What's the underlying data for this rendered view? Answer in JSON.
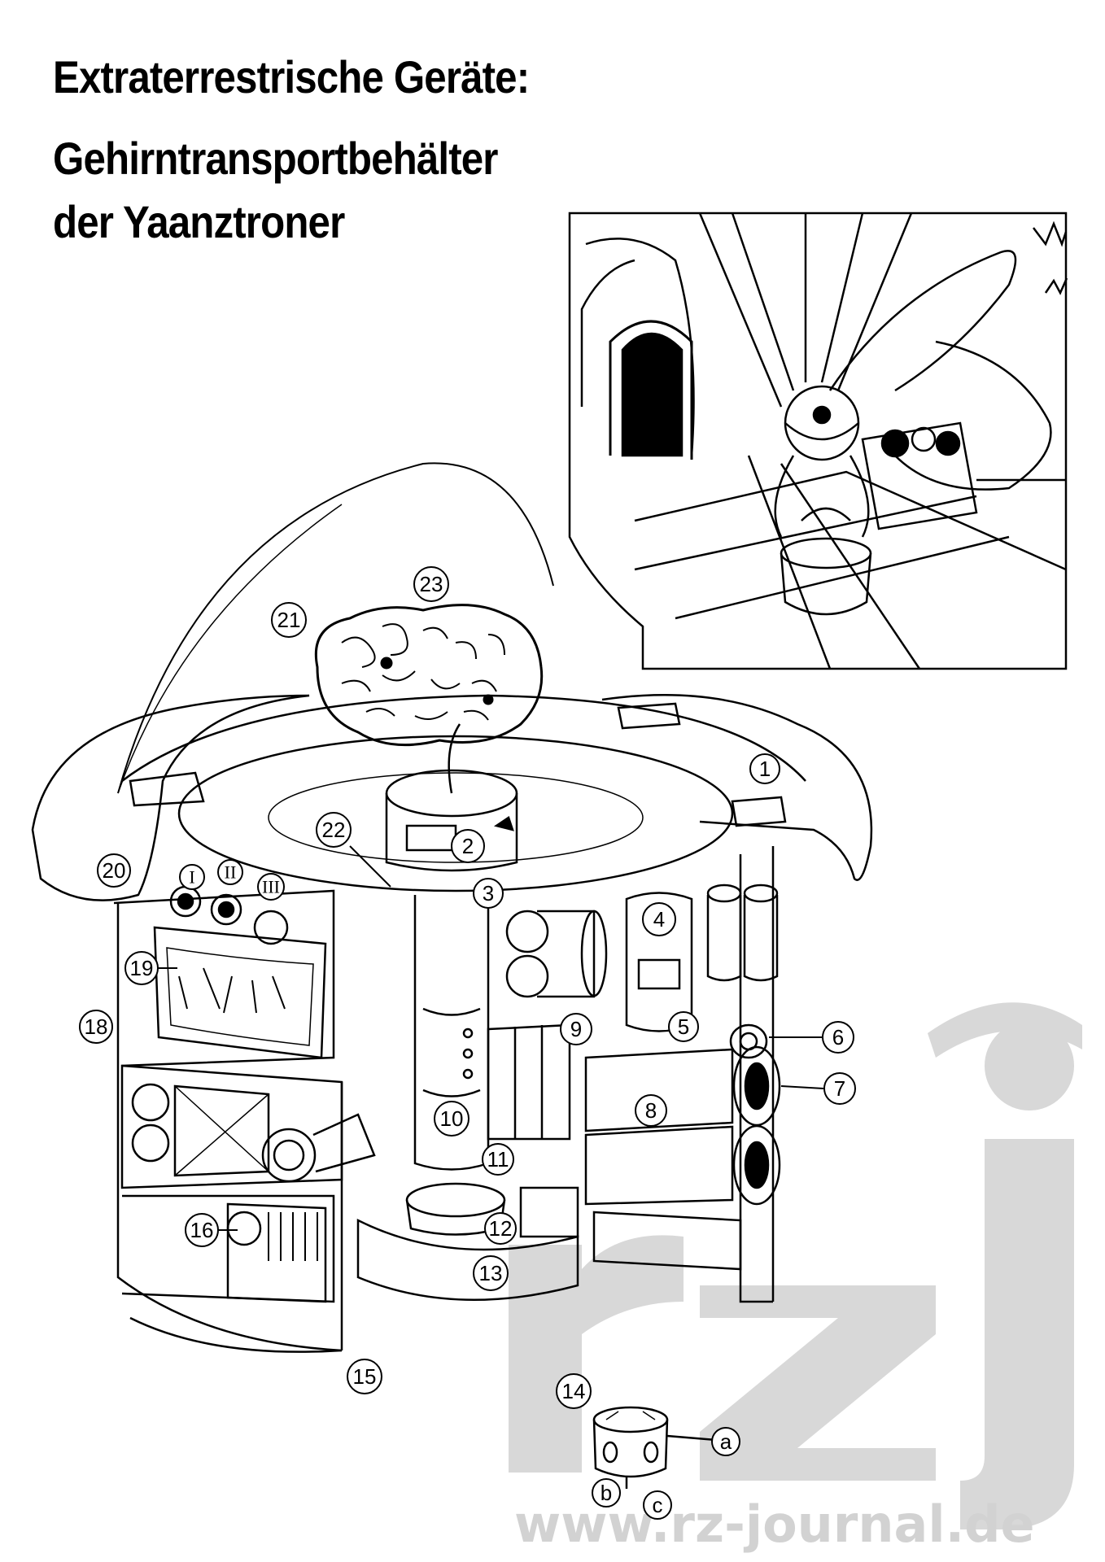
{
  "title": {
    "line1": "Extraterrestrische Geräte:",
    "line2": "Gehirntransportbehälter",
    "line3": "der Yaanztroner"
  },
  "callouts": [
    "1",
    "2",
    "3",
    "4",
    "5",
    "6",
    "7",
    "8",
    "9",
    "10",
    "11",
    "12",
    "13",
    "14",
    "15",
    "16",
    "18",
    "19",
    "20",
    "21",
    "22",
    "23"
  ],
  "roman_dials": [
    "I",
    "II",
    "III"
  ],
  "sub_labels": [
    "a",
    "b",
    "c"
  ],
  "watermark": {
    "url": "www.rz-journal.de",
    "logo": "rzj"
  },
  "colors": {
    "ink": "#000000",
    "paper": "#ffffff",
    "watermark": "#d2d2d2"
  }
}
